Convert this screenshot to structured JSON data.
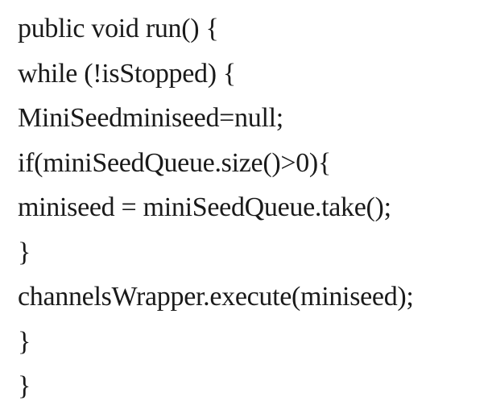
{
  "code": {
    "lines": [
      "public void run() {",
      "while (!isStopped) {",
      "MiniSeedminiseed=null;",
      "if(miniSeedQueue.size()>0){",
      "miniseed = miniSeedQueue.take();",
      "}",
      "channelsWrapper.execute(miniseed);",
      "}",
      "}"
    ]
  }
}
